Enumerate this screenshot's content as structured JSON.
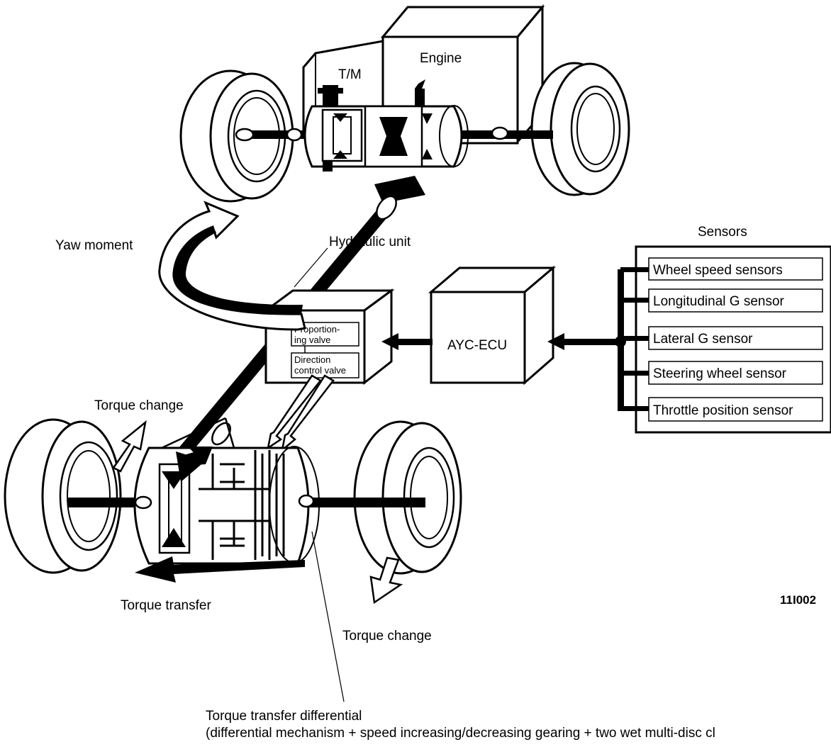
{
  "labels": {
    "engine": "Engine",
    "transmission": "T/M",
    "yaw_moment": "Yaw moment",
    "hydraulic_unit": "Hydraulic unit",
    "proportioning_valve_line1": "Proportion-",
    "proportioning_valve_line2": "ing valve",
    "direction_control_valve_line1": "Direction",
    "direction_control_valve_line2": "control valve",
    "ayc_ecu": "AYC-ECU",
    "sensors_title": "Sensors",
    "torque_change_left": "Torque change",
    "torque_change_right": "Torque change",
    "torque_transfer": "Torque transfer",
    "figure_code": "11I002",
    "caption_line1": "Torque transfer differential",
    "caption_line2": "(differential mechanism + speed increasing/decreasing gearing + two wet multi-disc cl"
  },
  "sensors": [
    "Wheel speed sensors",
    "Longitudinal G sensor",
    "Lateral G sensor",
    "Steering wheel sensor",
    "Throttle position sensor"
  ],
  "colors": {
    "ink": "#000000",
    "paper": "#ffffff"
  }
}
